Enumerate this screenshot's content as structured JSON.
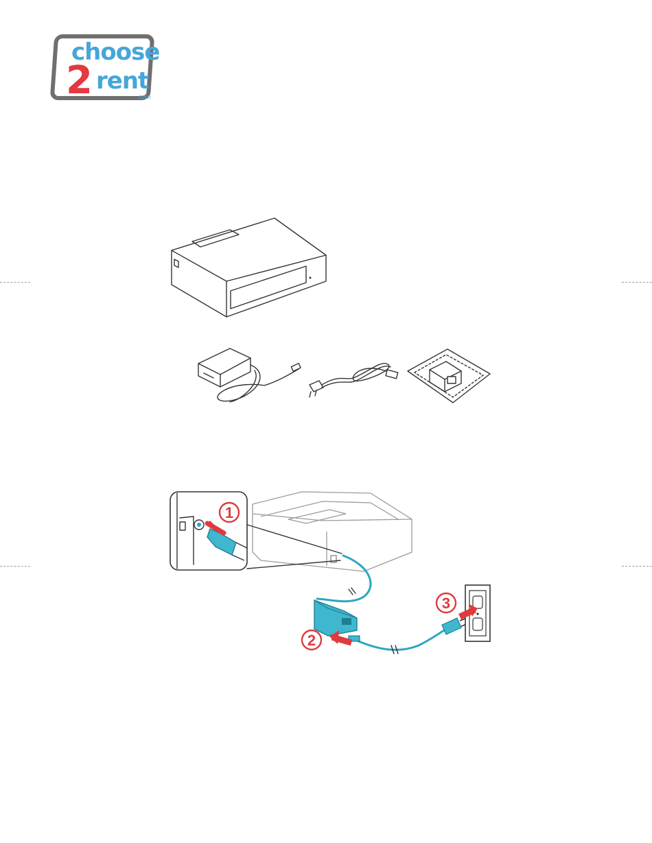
{
  "logo": {
    "word_top": "choose",
    "number": "2",
    "word_bottom": "rent",
    "domain": ".com"
  },
  "callouts": [
    {
      "label": "1"
    },
    {
      "label": "2"
    },
    {
      "label": "3"
    }
  ],
  "colors": {
    "callout": "#e03a3e",
    "cable": "#2aa7c0",
    "logo_blue": "#46a6d9",
    "logo_red": "#e23a3f",
    "logo_frame": "#6f6f6f"
  }
}
